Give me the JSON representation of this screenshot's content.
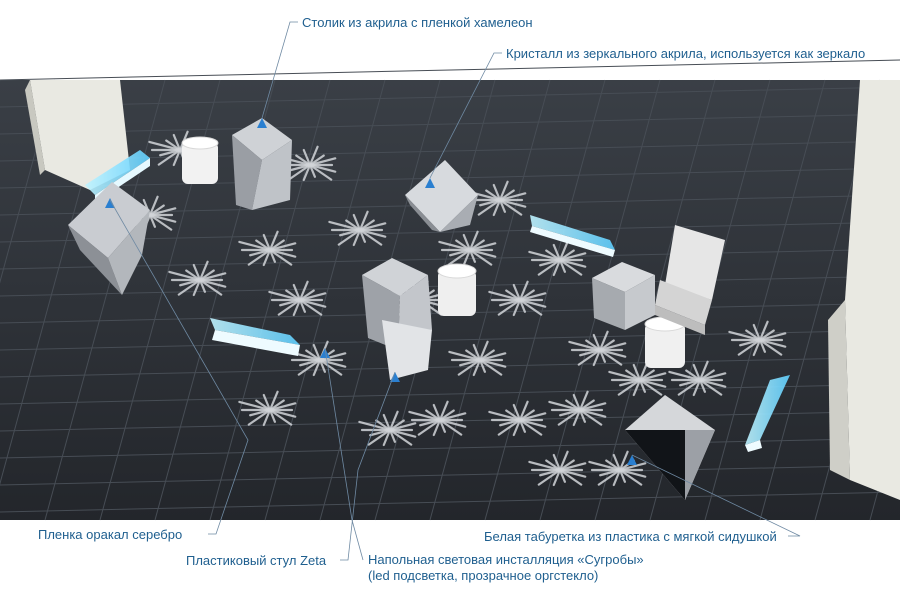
{
  "colors": {
    "label": "#1f5f8f",
    "leader": "#6f8aa3",
    "floor": "#2b2f35",
    "tile_line": "#454b53",
    "led": "#8fe3ff",
    "arrow": "#2a7fd0",
    "column": "#e8e8e0"
  },
  "labels": {
    "table": "Столик из акрила с пленкой хамелеон",
    "crystal": "Кристалл из зеркального акрила, используется как зеркало",
    "film": "Пленка оракал серебро",
    "chair": "Пластиковый стул Zeta",
    "installation_line1": "Напольная световая инсталляция «Сугробы»",
    "installation_line2": "(led подсветка, прозрачное оргстекло)",
    "stool": "Белая табуретка из пластика с мягкой сидушкой"
  }
}
